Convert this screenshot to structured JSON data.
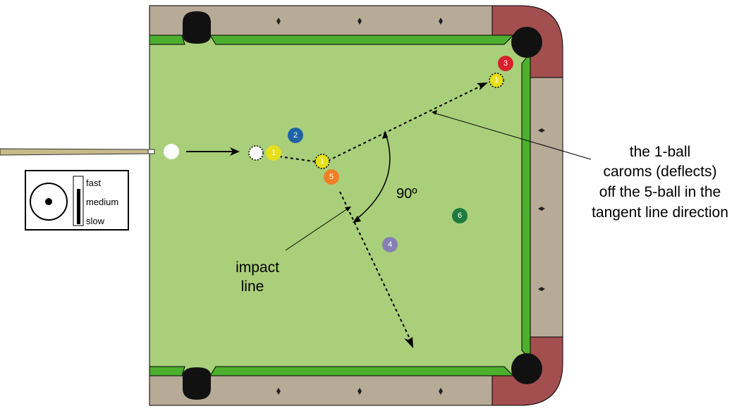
{
  "colors": {
    "felt": "#a9cf7a",
    "cushion": "#4caf2e",
    "rail": "#b7aa97",
    "rail_dark": "#a34f4f",
    "pocket": "#111111",
    "ball1": "#e6df1a",
    "ball2": "#1f63a5",
    "ball3": "#d9202a",
    "ball4": "#8580b4",
    "ball5": "#f08028",
    "ball6": "#1f7a3e",
    "cue_stick": "#c7b98a"
  },
  "balls": [
    {
      "id": "cue-ball",
      "number": "",
      "color": "#ffffff"
    },
    {
      "id": "ball-1",
      "number": "1",
      "color": "#e6df1a"
    },
    {
      "id": "ball-2",
      "number": "2",
      "color": "#1f63a5"
    },
    {
      "id": "ball-3",
      "number": "3",
      "color": "#d9202a"
    },
    {
      "id": "ball-4",
      "number": "4",
      "color": "#8580b4"
    },
    {
      "id": "ball-5",
      "number": "5",
      "color": "#f08028"
    },
    {
      "id": "ball-6",
      "number": "6",
      "color": "#1f7a3e"
    },
    {
      "id": "ball-1-ghost-final",
      "number": "1",
      "color": "#e6df1a"
    }
  ],
  "labels": {
    "angle": "90º",
    "impact_line": [
      "impact",
      "line"
    ],
    "carom": [
      "the 1-ball",
      "caroms (deflects)",
      "off the 5-ball in the",
      "tangent line direction"
    ]
  },
  "speed_gauge": {
    "levels": [
      "fast",
      "medium",
      "slow"
    ],
    "selected": "medium",
    "fill_fraction": 0.75,
    "spin": "center"
  }
}
